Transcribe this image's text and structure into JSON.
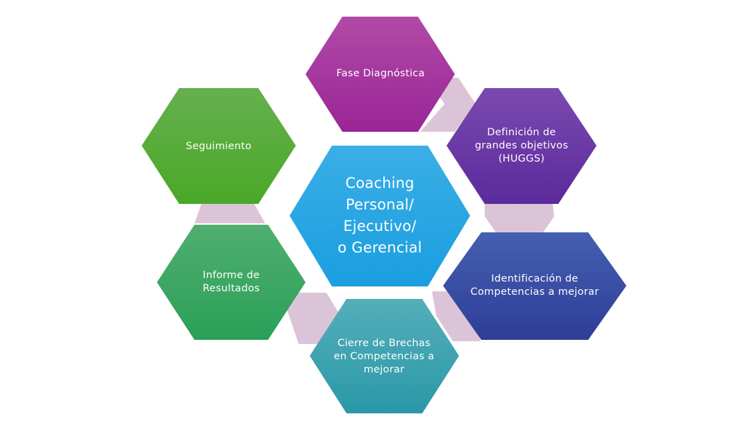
{
  "diagram": {
    "center": {
      "label": "Coaching\nPersonal/\nEjecutivo/\no Gerencial"
    },
    "steps": [
      {
        "label": "Fase Diagnóstica"
      },
      {
        "label": "Definición de\ngrandes objetivos\n(HUGGS)"
      },
      {
        "label": "Identificación de\nCompetencias a mejorar"
      },
      {
        "label": "Cierre de Brechas\nen Competencias a\nmejorar"
      },
      {
        "label": "Informe de\nResultados"
      },
      {
        "label": "Seguimiento"
      }
    ],
    "colors": {
      "center": [
        "#3aaee6",
        "#1a9ee0"
      ],
      "fase_diagnostica": [
        "#b14aa6",
        "#9a2597"
      ],
      "definicion": [
        "#7a4ab0",
        "#5b2a9c"
      ],
      "identificacion": [
        "#4560b0",
        "#2e3d98"
      ],
      "cierre": [
        "#55aeb8",
        "#2a98a8"
      ],
      "informe": [
        "#50ae70",
        "#2aa058"
      ],
      "seguimiento": [
        "#66b04e",
        "#4aa828"
      ],
      "connector": "#dcc4d8"
    }
  }
}
